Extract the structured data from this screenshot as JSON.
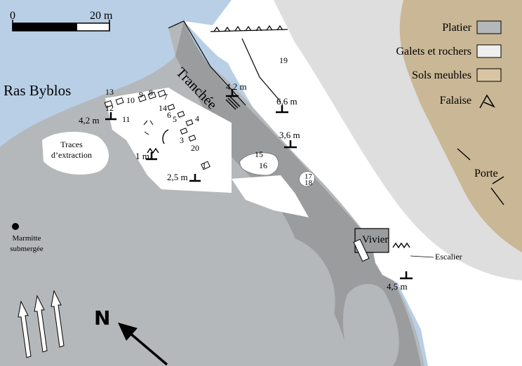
{
  "scale": {
    "zero_label": "0",
    "end_label": "20 m"
  },
  "legend": {
    "items": [
      {
        "label": "Platier",
        "color": "#b5b8ba"
      },
      {
        "label": "Galets et rochers",
        "color": "#efefef"
      },
      {
        "label": "Sols meubles",
        "color": "#d9c5a4"
      },
      {
        "label": "Falaise",
        "symbol": "cliff-icon"
      }
    ]
  },
  "colors": {
    "sea": "#b8cfe6",
    "platier": "#b5b8ba",
    "trench": "#9a9c9e",
    "galets": "#ffffff",
    "sols_meubles": "#c9b796",
    "sols_meubles_light": "#dedede"
  },
  "places": {
    "ras_byblos": "Ras Byblos",
    "tranchee": "Tranchée",
    "traces_line1": "Traces",
    "traces_line2": "d’extraction",
    "marmitte_line1": "Marmitte",
    "marmitte_line2": "submergée",
    "vivier": "Vivier",
    "escalier": "Escalier",
    "porte": "Porte",
    "north": "N"
  },
  "depths": [
    "4,2 m",
    "4,2 m",
    "1 m",
    "2,5 m",
    "6,6 m",
    "3,6 m",
    "4,5 m"
  ],
  "numbers": [
    "1",
    "3",
    "4",
    "5",
    "6",
    "7",
    "8",
    "9",
    "10",
    "11",
    "12",
    "13",
    "14",
    "15",
    "16",
    "17",
    "18",
    "19",
    "20"
  ]
}
